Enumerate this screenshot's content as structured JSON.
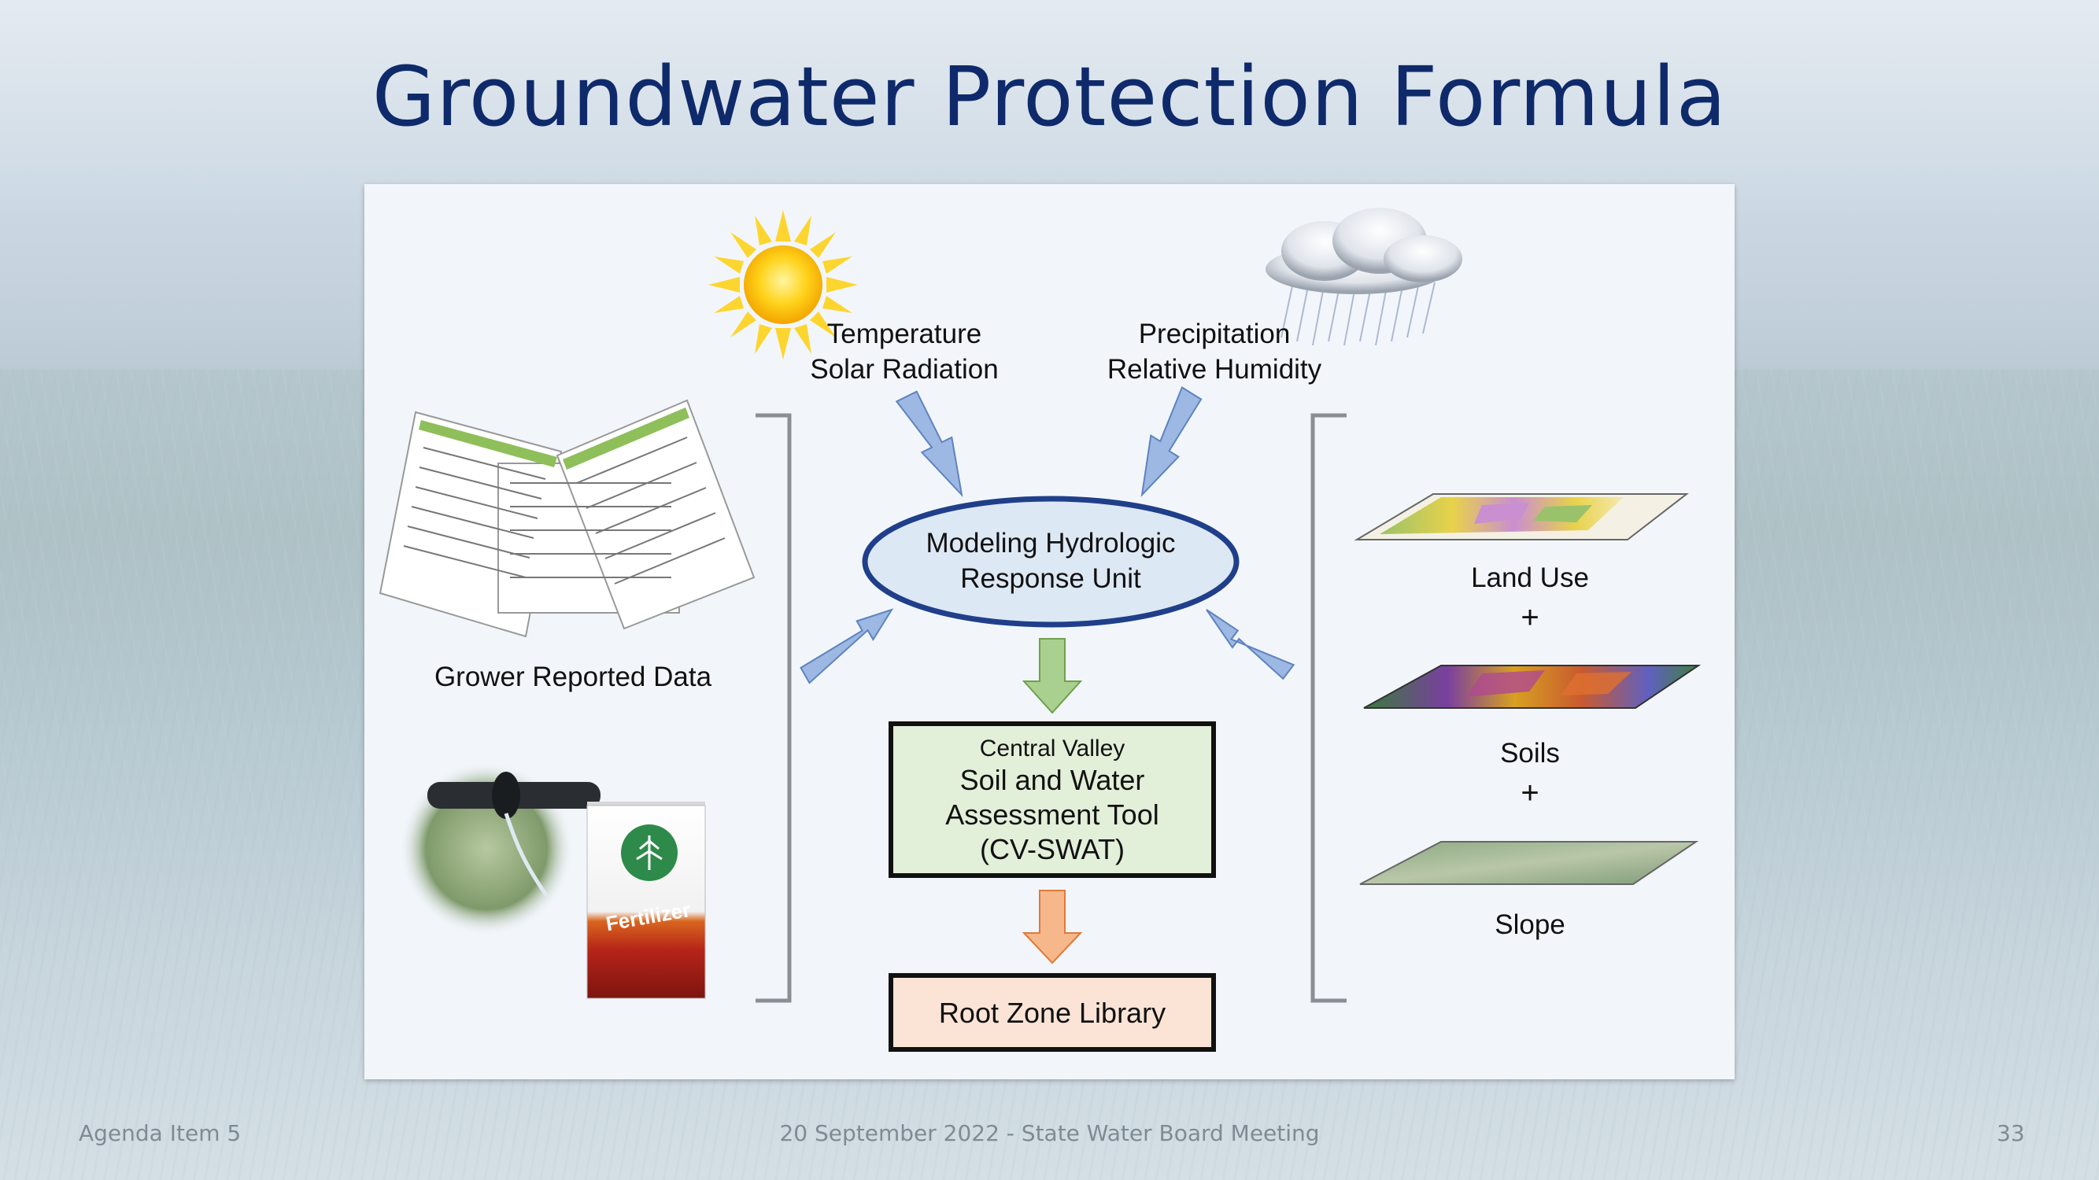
{
  "slide": {
    "title": "Groundwater Protection Formula",
    "footer_left": "Agenda Item 5",
    "footer_center": "20 September 2022 - State Water Board Meeting",
    "footer_right": "33"
  },
  "diagram": {
    "weather_left_line1": "Temperature",
    "weather_left_line2": "Solar Radiation",
    "weather_right_line1": "Precipitation",
    "weather_right_line2": "Relative Humidity",
    "hru_line1": "Modeling Hydrologic",
    "hru_line2": "Response Unit",
    "cvswat_line1": "Central Valley",
    "cvswat_line2": "Soil and Water",
    "cvswat_line3": "Assessment Tool",
    "cvswat_line4": "(CV-SWAT)",
    "root_zone": "Root Zone Library",
    "grower_label": "Grower Reported Data",
    "fertilizer_label": "Fertilizer",
    "land_use": "Land Use",
    "plus_1": "+",
    "soils": "Soils",
    "plus_2": "+",
    "slope": "Slope"
  },
  "colors": {
    "title": "#0f2a6b",
    "hru_border": "#1f3f8a",
    "hru_fill": "#dde8f5",
    "blue_arrow": "#9cb8e3",
    "green_arrow": "#a9d08e",
    "orange_arrow": "#f6b88a",
    "cvswat_fill": "#e2efd9",
    "root_zone_fill": "#fbe4d5"
  },
  "icons": [
    "sun-icon",
    "rain-cloud-icon",
    "documents-icon",
    "irrigation-icon",
    "fertilizer-bag-icon",
    "land-use-map-icon",
    "soils-map-icon",
    "slope-map-icon"
  ]
}
